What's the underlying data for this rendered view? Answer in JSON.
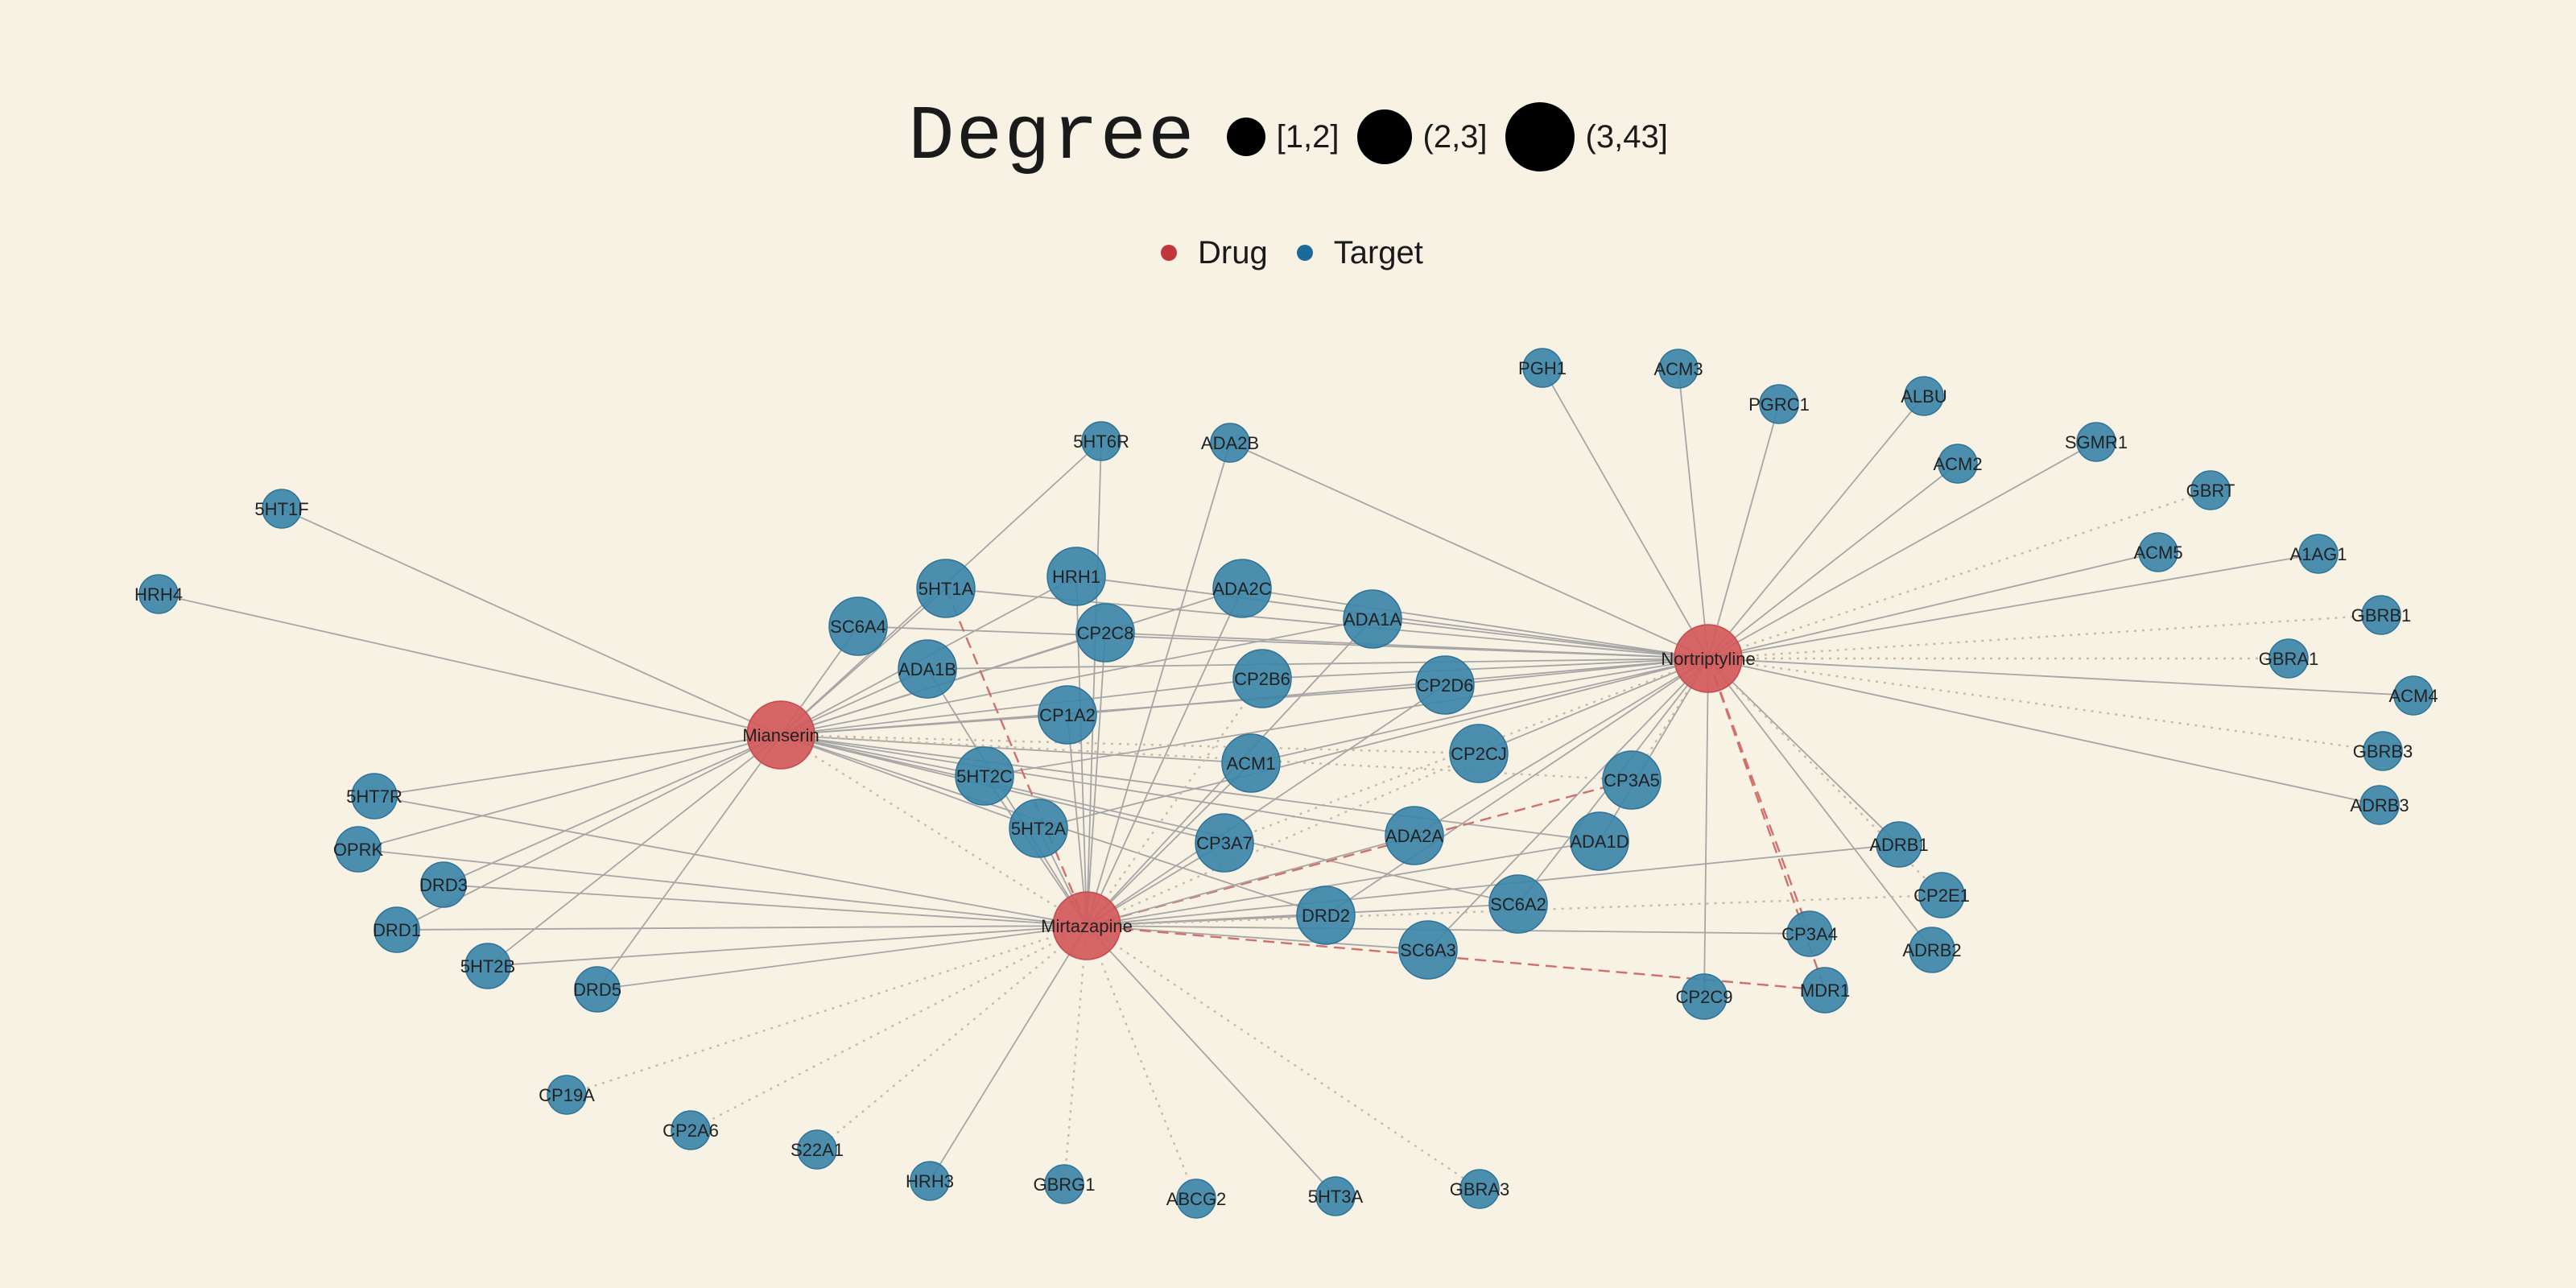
{
  "legend": {
    "degree_title": "Degree",
    "degree_items": [
      {
        "label": "[1,2]",
        "size": "small"
      },
      {
        "label": "(2,3]",
        "size": "medium"
      },
      {
        "label": "(3,43]",
        "size": "large"
      }
    ],
    "type_items": [
      {
        "label": "Drug",
        "color": "#c0363a"
      },
      {
        "label": "Target",
        "color": "#1a6b99"
      }
    ]
  },
  "colors": {
    "drug": "#d2595b",
    "target": "#3c85a9",
    "edge_solid": "#a6a6a6",
    "edge_dotted": "#c9b9a0",
    "edge_dashed": "#d0706b",
    "background": "#f8f2e5"
  },
  "drugs": [
    "Mianserin",
    "Mirtazapine",
    "Nortriptyline"
  ],
  "targets": [
    {
      "name": "PGH1",
      "degree": "[1,2]"
    },
    {
      "name": "ACM3",
      "degree": "[1,2]"
    },
    {
      "name": "PGRC1",
      "degree": "[1,2]"
    },
    {
      "name": "ALBU",
      "degree": "[1,2]"
    },
    {
      "name": "ACM2",
      "degree": "[1,2]"
    },
    {
      "name": "SGMR1",
      "degree": "[1,2]"
    },
    {
      "name": "GBRT",
      "degree": "[1,2]"
    },
    {
      "name": "ACM5",
      "degree": "[1,2]"
    },
    {
      "name": "A1AG1",
      "degree": "[1,2]"
    },
    {
      "name": "GBRB1",
      "degree": "[1,2]"
    },
    {
      "name": "GBRA1",
      "degree": "[1,2]"
    },
    {
      "name": "ACM4",
      "degree": "[1,2]"
    },
    {
      "name": "GBRB3",
      "degree": "[1,2]"
    },
    {
      "name": "ADRB3",
      "degree": "[1,2]"
    },
    {
      "name": "5HT6R",
      "degree": "[1,2]"
    },
    {
      "name": "ADA2B",
      "degree": "[1,2]"
    },
    {
      "name": "5HT1F",
      "degree": "[1,2]"
    },
    {
      "name": "HRH4",
      "degree": "[1,2]"
    },
    {
      "name": "5HT1A",
      "degree": "(3,43]"
    },
    {
      "name": "HRH1",
      "degree": "(3,43]"
    },
    {
      "name": "ADA2C",
      "degree": "(3,43]"
    },
    {
      "name": "ADA1A",
      "degree": "(3,43]"
    },
    {
      "name": "SC6A4",
      "degree": "(3,43]"
    },
    {
      "name": "CP2C8",
      "degree": "(3,43]"
    },
    {
      "name": "ADA1B",
      "degree": "(3,43]"
    },
    {
      "name": "CP2B6",
      "degree": "(3,43]"
    },
    {
      "name": "CP2D6",
      "degree": "(3,43]"
    },
    {
      "name": "CP1A2",
      "degree": "(3,43]"
    },
    {
      "name": "CP2CJ",
      "degree": "(3,43]"
    },
    {
      "name": "ACM1",
      "degree": "(3,43]"
    },
    {
      "name": "5HT2C",
      "degree": "(3,43]"
    },
    {
      "name": "CP3A5",
      "degree": "(3,43]"
    },
    {
      "name": "5HT2A",
      "degree": "(3,43]"
    },
    {
      "name": "CP3A7",
      "degree": "(3,43]"
    },
    {
      "name": "ADA2A",
      "degree": "(3,43]"
    },
    {
      "name": "ADA1D",
      "degree": "(3,43]"
    },
    {
      "name": "SC6A2",
      "degree": "(3,43]"
    },
    {
      "name": "DRD2",
      "degree": "(3,43]"
    },
    {
      "name": "SC6A3",
      "degree": "(3,43]"
    },
    {
      "name": "5HT7R",
      "degree": "(2,3]"
    },
    {
      "name": "OPRK",
      "degree": "(2,3]"
    },
    {
      "name": "DRD3",
      "degree": "(2,3]"
    },
    {
      "name": "DRD1",
      "degree": "(2,3]"
    },
    {
      "name": "5HT2B",
      "degree": "(2,3]"
    },
    {
      "name": "DRD5",
      "degree": "(2,3]"
    },
    {
      "name": "ADRB1",
      "degree": "(2,3]"
    },
    {
      "name": "CP2E1",
      "degree": "(2,3]"
    },
    {
      "name": "CP3A4",
      "degree": "(2,3]"
    },
    {
      "name": "ADRB2",
      "degree": "(2,3]"
    },
    {
      "name": "MDR1",
      "degree": "(2,3]"
    },
    {
      "name": "CP2C9",
      "degree": "(2,3]"
    },
    {
      "name": "CP19A",
      "degree": "[1,2]"
    },
    {
      "name": "CP2A6",
      "degree": "[1,2]"
    },
    {
      "name": "S22A1",
      "degree": "[1,2]"
    },
    {
      "name": "HRH3",
      "degree": "[1,2]"
    },
    {
      "name": "GBRG1",
      "degree": "[1,2]"
    },
    {
      "name": "ABCG2",
      "degree": "[1,2]"
    },
    {
      "name": "5HT3A",
      "degree": "[1,2]"
    },
    {
      "name": "GBRA3",
      "degree": "[1,2]"
    }
  ],
  "edges": [
    [
      "Nortriptyline",
      "PGH1",
      "solid"
    ],
    [
      "Nortriptyline",
      "ACM3",
      "solid"
    ],
    [
      "Nortriptyline",
      "PGRC1",
      "solid"
    ],
    [
      "Nortriptyline",
      "ALBU",
      "solid"
    ],
    [
      "Nortriptyline",
      "ACM2",
      "solid"
    ],
    [
      "Nortriptyline",
      "SGMR1",
      "solid"
    ],
    [
      "Nortriptyline",
      "GBRT",
      "dotted"
    ],
    [
      "Nortriptyline",
      "ACM5",
      "solid"
    ],
    [
      "Nortriptyline",
      "A1AG1",
      "solid"
    ],
    [
      "Nortriptyline",
      "GBRB1",
      "dotted"
    ],
    [
      "Nortriptyline",
      "GBRA1",
      "dotted"
    ],
    [
      "Nortriptyline",
      "ACM4",
      "solid"
    ],
    [
      "Nortriptyline",
      "GBRB3",
      "dotted"
    ],
    [
      "Nortriptyline",
      "ADRB3",
      "solid"
    ],
    [
      "Nortriptyline",
      "ADA2B",
      "solid"
    ],
    [
      "Nortriptyline",
      "HRH1",
      "solid"
    ],
    [
      "Nortriptyline",
      "ADA2C",
      "solid"
    ],
    [
      "Nortriptyline",
      "ADA1A",
      "solid"
    ],
    [
      "Nortriptyline",
      "SC6A4",
      "solid"
    ],
    [
      "Nortriptyline",
      "CP2C8",
      "solid"
    ],
    [
      "Nortriptyline",
      "ADA1B",
      "solid"
    ],
    [
      "Nortriptyline",
      "CP2B6",
      "solid"
    ],
    [
      "Nortriptyline",
      "CP2D6",
      "solid"
    ],
    [
      "Nortriptyline",
      "CP1A2",
      "solid"
    ],
    [
      "Nortriptyline",
      "CP2CJ",
      "solid"
    ],
    [
      "Nortriptyline",
      "ACM1",
      "solid"
    ],
    [
      "Nortriptyline",
      "5HT2C",
      "solid"
    ],
    [
      "Nortriptyline",
      "5HT2A",
      "solid"
    ],
    [
      "Nortriptyline",
      "CP3A5",
      "dotted"
    ],
    [
      "Nortriptyline",
      "CP3A7",
      "dotted"
    ],
    [
      "Nortriptyline",
      "ADA2A",
      "solid"
    ],
    [
      "Nortriptyline",
      "ADA1D",
      "solid"
    ],
    [
      "Nortriptyline",
      "SC6A2",
      "solid"
    ],
    [
      "Nortriptyline",
      "DRD2",
      "solid"
    ],
    [
      "Nortriptyline",
      "SC6A3",
      "solid"
    ],
    [
      "Nortriptyline",
      "ADRB1",
      "solid"
    ],
    [
      "Nortriptyline",
      "CP2E1",
      "dotted"
    ],
    [
      "Nortriptyline",
      "CP3A4",
      "dashed"
    ],
    [
      "Nortriptyline",
      "ADRB2",
      "solid"
    ],
    [
      "Nortriptyline",
      "MDR1",
      "dashed"
    ],
    [
      "Nortriptyline",
      "CP2C9",
      "solid"
    ],
    [
      "Nortriptyline",
      "5HT1A",
      "solid"
    ],
    [
      "Mianserin",
      "5HT1F",
      "solid"
    ],
    [
      "Mianserin",
      "HRH4",
      "solid"
    ],
    [
      "Mianserin",
      "5HT6R",
      "solid"
    ],
    [
      "Mianserin",
      "5HT1A",
      "solid"
    ],
    [
      "Mianserin",
      "HRH1",
      "solid"
    ],
    [
      "Mianserin",
      "ADA2C",
      "solid"
    ],
    [
      "Mianserin",
      "ADA1A",
      "solid"
    ],
    [
      "Mianserin",
      "SC6A4",
      "solid"
    ],
    [
      "Mianserin",
      "CP2C8",
      "solid"
    ],
    [
      "Mianserin",
      "ADA1B",
      "solid"
    ],
    [
      "Mianserin",
      "CP2B6",
      "solid"
    ],
    [
      "Mianserin",
      "CP2D6",
      "solid"
    ],
    [
      "Mianserin",
      "CP1A2",
      "solid"
    ],
    [
      "Mianserin",
      "CP2CJ",
      "dotted"
    ],
    [
      "Mianserin",
      "ACM1",
      "solid"
    ],
    [
      "Mianserin",
      "5HT2C",
      "solid"
    ],
    [
      "Mianserin",
      "CP3A5",
      "dotted"
    ],
    [
      "Mianserin",
      "5HT2A",
      "solid"
    ],
    [
      "Mianserin",
      "CP3A7",
      "solid"
    ],
    [
      "Mianserin",
      "ADA2A",
      "solid"
    ],
    [
      "Mianserin",
      "ADA1D",
      "solid"
    ],
    [
      "Mianserin",
      "SC6A2",
      "solid"
    ],
    [
      "Mianserin",
      "5HT7R",
      "solid"
    ],
    [
      "Mianserin",
      "OPRK",
      "solid"
    ],
    [
      "Mianserin",
      "DRD3",
      "solid"
    ],
    [
      "Mianserin",
      "DRD1",
      "solid"
    ],
    [
      "Mianserin",
      "5HT2B",
      "solid"
    ],
    [
      "Mianserin",
      "DRD5",
      "solid"
    ],
    [
      "Mianserin",
      "DRD2",
      "solid"
    ],
    [
      "Mianserin",
      "Mirtazapine",
      "dotted"
    ],
    [
      "Mirtazapine",
      "5HT6R",
      "solid"
    ],
    [
      "Mirtazapine",
      "ADA2B",
      "solid"
    ],
    [
      "Mirtazapine",
      "5HT1A",
      "dashed"
    ],
    [
      "Mirtazapine",
      "HRH1",
      "solid"
    ],
    [
      "Mirtazapine",
      "ADA2C",
      "solid"
    ],
    [
      "Mirtazapine",
      "ADA1A",
      "solid"
    ],
    [
      "Mirtazapine",
      "CP2C8",
      "solid"
    ],
    [
      "Mirtazapine",
      "ADA1B",
      "solid"
    ],
    [
      "Mirtazapine",
      "CP2B6",
      "dotted"
    ],
    [
      "Mirtazapine",
      "CP2D6",
      "solid"
    ],
    [
      "Mirtazapine",
      "CP1A2",
      "solid"
    ],
    [
      "Mirtazapine",
      "CP2CJ",
      "dotted"
    ],
    [
      "Mirtazapine",
      "ACM1",
      "solid"
    ],
    [
      "Mirtazapine",
      "5HT2C",
      "solid"
    ],
    [
      "Mirtazapine",
      "5HT2A",
      "solid"
    ],
    [
      "Mirtazapine",
      "CP3A5",
      "dashed"
    ],
    [
      "Mirtazapine",
      "CP3A7",
      "solid"
    ],
    [
      "Mirtazapine",
      "ADA2A",
      "solid"
    ],
    [
      "Mirtazapine",
      "ADA1D",
      "solid"
    ],
    [
      "Mirtazapine",
      "SC6A2",
      "solid"
    ],
    [
      "Mirtazapine",
      "DRD2",
      "solid"
    ],
    [
      "Mirtazapine",
      "SC6A3",
      "solid"
    ],
    [
      "Mirtazapine",
      "5HT7R",
      "solid"
    ],
    [
      "Mirtazapine",
      "OPRK",
      "solid"
    ],
    [
      "Mirtazapine",
      "DRD3",
      "solid"
    ],
    [
      "Mirtazapine",
      "DRD1",
      "solid"
    ],
    [
      "Mirtazapine",
      "5HT2B",
      "solid"
    ],
    [
      "Mirtazapine",
      "DRD5",
      "solid"
    ],
    [
      "Mirtazapine",
      "ADRB1",
      "solid"
    ],
    [
      "Mirtazapine",
      "CP2E1",
      "dotted"
    ],
    [
      "Mirtazapine",
      "CP3A4",
      "solid"
    ],
    [
      "Mirtazapine",
      "MDR1",
      "dashed"
    ],
    [
      "Mirtazapine",
      "CP19A",
      "dotted"
    ],
    [
      "Mirtazapine",
      "CP2A6",
      "dotted"
    ],
    [
      "Mirtazapine",
      "S22A1",
      "dotted"
    ],
    [
      "Mirtazapine",
      "HRH3",
      "solid"
    ],
    [
      "Mirtazapine",
      "GBRG1",
      "dotted"
    ],
    [
      "Mirtazapine",
      "ABCG2",
      "dotted"
    ],
    [
      "Mirtazapine",
      "5HT3A",
      "solid"
    ],
    [
      "Mirtazapine",
      "GBRA3",
      "dotted"
    ]
  ]
}
